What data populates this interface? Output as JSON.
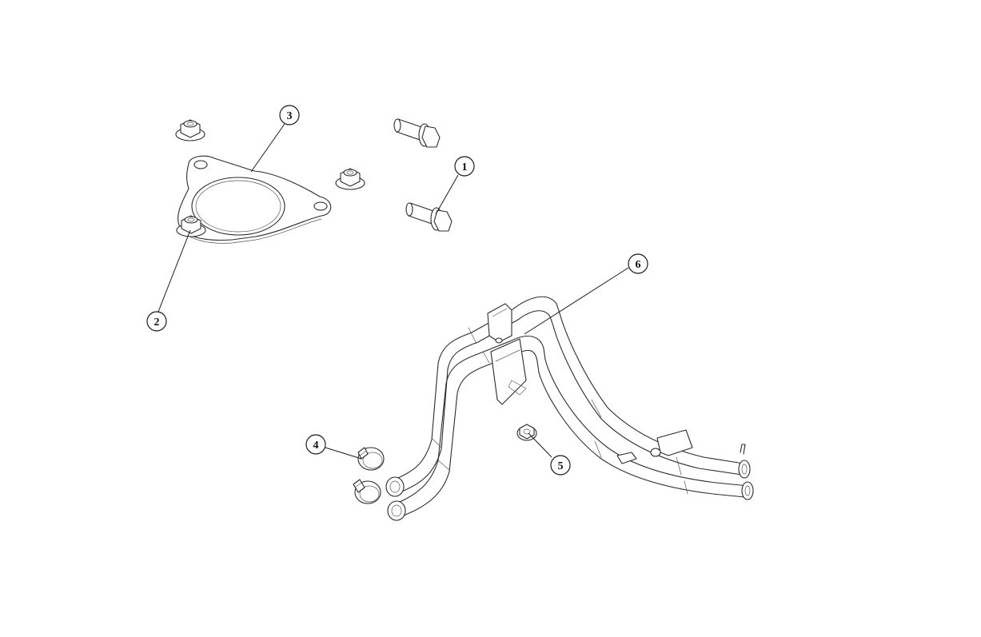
{
  "callouts": [
    {
      "id": "1",
      "label": "1"
    },
    {
      "id": "2",
      "label": "2"
    },
    {
      "id": "3",
      "label": "3"
    },
    {
      "id": "4",
      "label": "4"
    },
    {
      "id": "5",
      "label": "5"
    },
    {
      "id": "6",
      "label": "6"
    }
  ],
  "colors": {
    "line": "#2b2b2b",
    "background": "#ffffff"
  }
}
